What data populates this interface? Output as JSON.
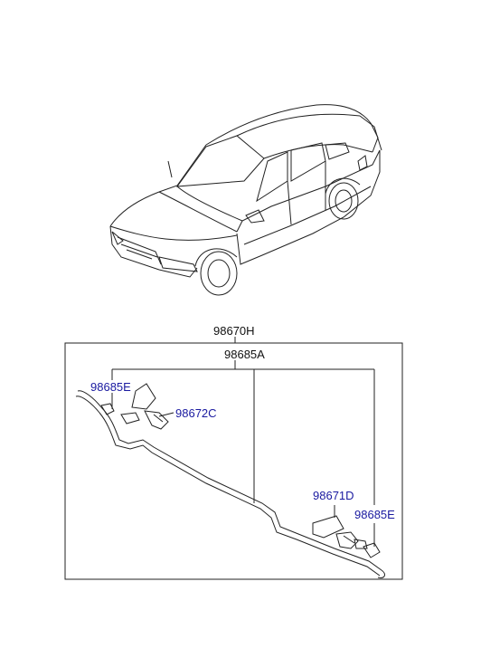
{
  "parts": {
    "assembly": "98670H",
    "hose": "98685A",
    "check_valve_left": "98685E",
    "nozzle_left": "98672C",
    "nozzle_right": "98671D",
    "check_valve_right": "98685E"
  },
  "colors": {
    "label_blue": "#1a1aa0",
    "label_black": "#111111",
    "line": "#222222"
  }
}
